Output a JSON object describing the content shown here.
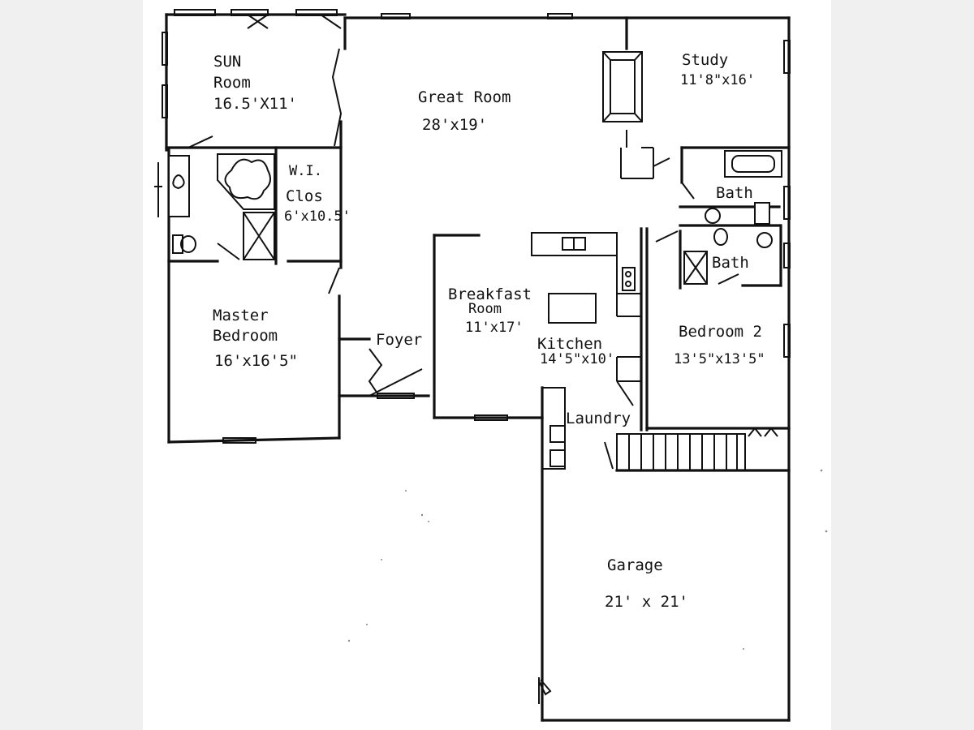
{
  "rooms": {
    "sun": {
      "name_line1": "SUN",
      "name_line2": "Room",
      "size": "16.5'X11'"
    },
    "great": {
      "name": "Great Room",
      "size": "28'x19'"
    },
    "study": {
      "name": "Study",
      "size": "11'8\"x16'"
    },
    "wi_closet": {
      "name_line1": "W.I.",
      "name_line2": "Clos",
      "size": "6'x10.5'"
    },
    "bath_upper": {
      "name": "Bath"
    },
    "bath_lower": {
      "name": "Bath"
    },
    "breakfast": {
      "name_line1": "Breakfast",
      "name_line2": "Room",
      "size": "11'x17'"
    },
    "master": {
      "name_line1": "Master",
      "name_line2": "Bedroom",
      "size": "16'x16'5\""
    },
    "foyer": {
      "name": "Foyer"
    },
    "kitchen": {
      "name": "Kitchen",
      "size": "14'5\"x10'"
    },
    "bedroom2": {
      "name": "Bedroom 2",
      "size": "13'5\"x13'5\""
    },
    "laundry": {
      "name": "Laundry"
    },
    "garage": {
      "name": "Garage",
      "size": "21' x 21'"
    }
  }
}
